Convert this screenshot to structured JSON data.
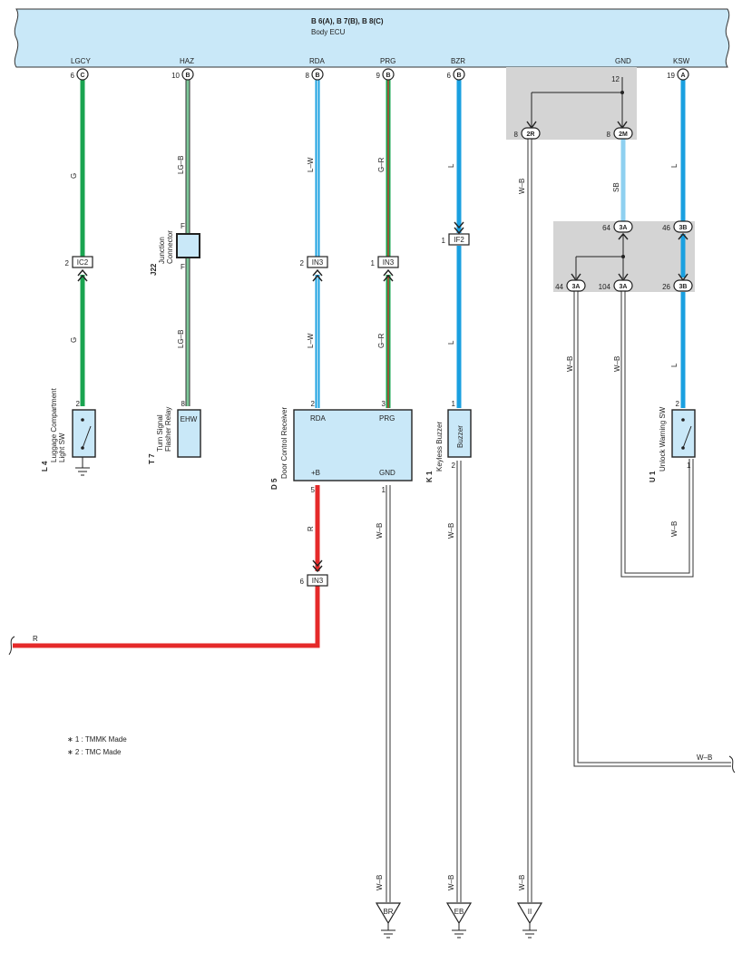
{
  "ecu": {
    "code": "B 6(A), B 7(B), B 8(C)",
    "name": "Body ECU"
  },
  "colors": {
    "ecu_fill": "#c9e8f8",
    "green": "#1aa450",
    "blue": "#1aa0e0",
    "light_blue": "#8ed0f0",
    "red": "#e52a2a",
    "lg": "#7ec89a",
    "gray_box": "#d4d4d4"
  },
  "pins": {
    "lgcy": {
      "name": "LGCY",
      "num": "6",
      "conn": "C"
    },
    "haz": {
      "name": "HAZ",
      "num": "10",
      "conn": "B"
    },
    "rda": {
      "name": "RDA",
      "num": "8",
      "conn": "B"
    },
    "prg": {
      "name": "PRG",
      "num": "9",
      "conn": "B"
    },
    "bzr": {
      "name": "BZR",
      "num": "6",
      "conn": "B"
    },
    "gnd": {
      "name": "GND",
      "num": "12"
    },
    "ksw": {
      "name": "KSW",
      "num": "19",
      "conn": "A"
    }
  },
  "wires": {
    "g": "G",
    "lg_b": "LG–B",
    "l_w": "L–W",
    "g_r": "G–R",
    "l": "L",
    "w_b": "W–B",
    "sb": "SB",
    "r": "R"
  },
  "connectors": {
    "ic2": {
      "id": "IC2",
      "pin": "2"
    },
    "in3a": {
      "id": "IN3",
      "pin": "2"
    },
    "in3b": {
      "id": "IN3",
      "pin": "1"
    },
    "in3c": {
      "id": "IN3",
      "pin": "6"
    },
    "if2": {
      "id": "IF2",
      "pin": "1"
    },
    "c2r": {
      "id": "2R",
      "pin": "8"
    },
    "c2m": {
      "id": "2M",
      "pin": "8"
    },
    "c3a_top": {
      "id": "3A",
      "pin": "64"
    },
    "c3b_top": {
      "id": "3B",
      "pin": "46"
    },
    "c3a_l": {
      "id": "3A",
      "pin": "44"
    },
    "c3a_m": {
      "id": "3A",
      "pin": "104"
    },
    "c3b_bot": {
      "id": "3B",
      "pin": "26"
    }
  },
  "junction": {
    "code": "J22",
    "name1": "Junction",
    "name2": "Connector",
    "pin": "F"
  },
  "components": {
    "l4": {
      "code": "L 4",
      "name1": "Luggage Compartment",
      "name2": "Light SW",
      "pin": "2"
    },
    "t7": {
      "code": "T 7",
      "name1": "Turn Signal",
      "name2": "Flasher Relay",
      "label": "EHW",
      "pin": "8"
    },
    "d5": {
      "code": "D 5",
      "name": "Door Control Receiver",
      "rda": "RDA",
      "prg": "PRG",
      "b": "+B",
      "gnd": "GND",
      "pin_rda": "2",
      "pin_prg": "3",
      "pin_b": "5",
      "pin_gnd": "1"
    },
    "k1": {
      "code": "K 1",
      "name": "Keyless Buzzer",
      "label": "Buzzer",
      "pin_top": "1",
      "pin_bot": "2"
    },
    "u1": {
      "code": "U 1",
      "name": "Unlock Warning SW",
      "pin_top": "2",
      "pin_bot": "1"
    }
  },
  "grounds": {
    "br": "BR",
    "eb": "EB",
    "ii": "II"
  },
  "notes": {
    "n1": "∗ 1 : TMMK Made",
    "n2": "∗ 2 : TMC Made"
  }
}
